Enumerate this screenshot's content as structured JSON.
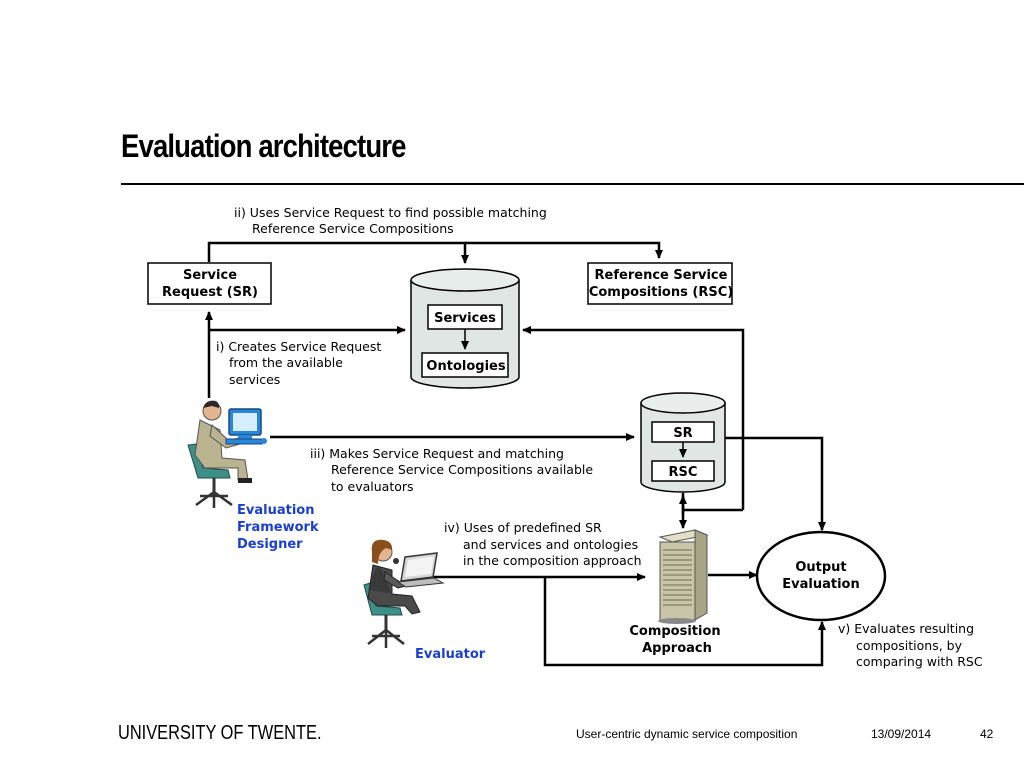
{
  "slide": {
    "title": "Evaluation architecture"
  },
  "diagram": {
    "service_request_box": [
      "Service",
      "Request (SR)"
    ],
    "rsc_box": [
      "Reference Service",
      "Compositions (RSC)"
    ],
    "db_services": "Services",
    "db_ontologies": "Ontologies",
    "db_sr": "SR",
    "db_rsc": "RSC",
    "output_evaluation": [
      "Output",
      "Evaluation"
    ],
    "composition_approach": [
      "Composition",
      "Approach"
    ],
    "designer_label": [
      "Evaluation",
      "Framework",
      "Designer"
    ],
    "evaluator_label": "Evaluator",
    "step_i": [
      "i) Creates Service Request",
      "from the available",
      "services"
    ],
    "step_ii": [
      "ii) Uses Service Request to find possible matching",
      "Reference Service Compositions"
    ],
    "step_iii": [
      "iii) Makes Service Request and matching",
      "Reference Service Compositions available",
      "to evaluators"
    ],
    "step_iv": [
      "iv) Uses of predefined SR",
      "and services and ontologies",
      "in the composition approach"
    ],
    "step_v": [
      "v) Evaluates resulting",
      "compositions, by",
      "comparing with RSC"
    ]
  },
  "footer": {
    "logo": "UNIVERSITY OF TWENTE.",
    "subject": "User-centric dynamic service composition",
    "date": "13/09/2014",
    "page": "42"
  },
  "colors": {
    "label_blue": "#1a3fd0",
    "cylinder_fill": "#dfe6e4",
    "server_fill": "#c9c5a8"
  }
}
